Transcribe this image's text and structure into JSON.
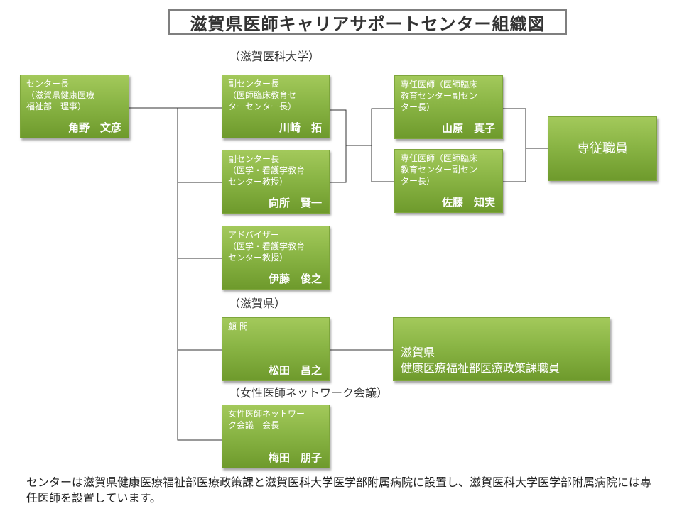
{
  "title": "滋賀県医師キャリアサポートセンター組織図",
  "sections": {
    "university": "（滋賀医科大学）",
    "prefecture": "（滋賀県）",
    "network": "（女性医師ネットワーク会議）"
  },
  "nodes": {
    "director": {
      "desc": "センター長\n（滋賀県健康医療\n福祉部　理事）",
      "name": "角野　文彦"
    },
    "vice1": {
      "desc": "副センター長\n（医師臨床教育セ\nターセンター長）",
      "name": "川崎　拓"
    },
    "vice2": {
      "desc": "副センター長\n（医学・看護学教育\nセンター教授）",
      "name": "向所　賢一"
    },
    "advisor": {
      "desc": "アドバイザー\n（医学・看護学教育\nセンター教授）",
      "name": "伊藤　俊之"
    },
    "consultant": {
      "desc": "顧 問",
      "name": "松田　昌之"
    },
    "network_chair": {
      "desc": "女性医師ネットワー\nク会議　会長",
      "name": "梅田　朋子"
    },
    "doctor1": {
      "desc": "専任医師（医師臨床\n教育センター副セン\nター長）",
      "name": "山原　真子"
    },
    "doctor2": {
      "desc": "専任医師（医師臨床\n教育センター副セン\nター長）",
      "name": "佐藤　知実"
    },
    "staff": {
      "label": "専従職員"
    },
    "pref_staff": {
      "label": "滋賀県\n健康医療福祉部医療政策課職員"
    }
  },
  "note": "センターは滋賀県健康医療福祉部医療政策課と滋賀医科大学医学部附属病院に設置し、滋賀医科大学医学部附属病院には専任医師を設置しています。"
}
